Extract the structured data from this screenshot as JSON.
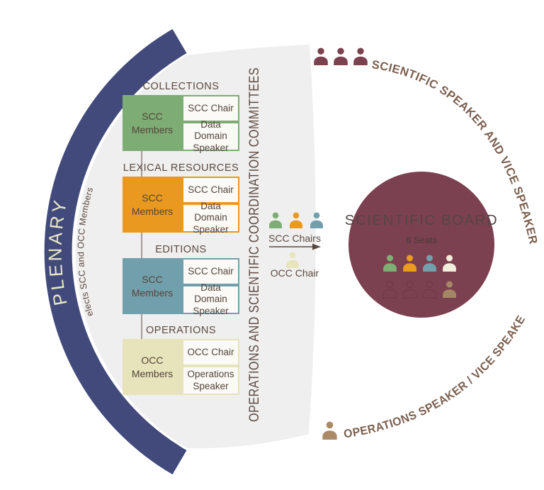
{
  "plenary": {
    "label": "PLENARY",
    "note": "elects SCC and OCC Members"
  },
  "axis_label": "OPERATIONS AND SCIENTIFIC COORDINATION COMMITTEES",
  "committees": [
    {
      "title": "COLLECTIONS",
      "members": "SCC\nMembers",
      "chair": "SCC Chair",
      "speaker": "Data Domain\nSpeaker",
      "color": "#7dad74"
    },
    {
      "title": "LEXICAL RESOURCES",
      "members": "SCC\nMembers",
      "chair": "SCC Chair",
      "speaker": "Data Domain\nSpeaker",
      "color": "#e9991f"
    },
    {
      "title": "EDITIONS",
      "members": "SCC\nMembers",
      "chair": "SCC Chair",
      "speaker": "Data Domain\nSpeaker",
      "color": "#71a0ac"
    },
    {
      "title": "OPERATIONS",
      "members": "OCC\nMembers",
      "chair": "OCC Chair",
      "speaker": "Operations\nSpeaker",
      "color": "#e7e3ba"
    }
  ],
  "chairs": {
    "scc_label": "SCC Chairs",
    "occ_label": "OCC Chair",
    "scc_icon_colors": [
      "#7dad74",
      "#e9991f",
      "#71a0ac"
    ],
    "occ_icon_color": "#e7e3ba"
  },
  "board": {
    "title": "SCIENTIFIC BOARD",
    "seats": "8 Seats",
    "circle_color": "#7c4150",
    "row1_icon_colors": [
      "#7dae74",
      "#eb9c1c",
      "#72a0ad",
      "#f1eedc"
    ],
    "row2_icon_colors": [
      "outline",
      "outline",
      "outline",
      "#a58765"
    ]
  },
  "arc_labels": {
    "top": "SCIENTIFIC SPEAKER AND VICE SPEAKERS",
    "bottom": "OPERATIONS SPEAKER / VICE SPEAKER"
  },
  "colors": {
    "plenary_arc": "#414a7a",
    "plenary_text": "#eae8c8",
    "gray_field": "#efefef",
    "text_brown": "#5b4a42",
    "curved_text_brown": "#7c6050",
    "maroon_icon": "#7c414e",
    "tan_icon": "#aa8a68"
  }
}
